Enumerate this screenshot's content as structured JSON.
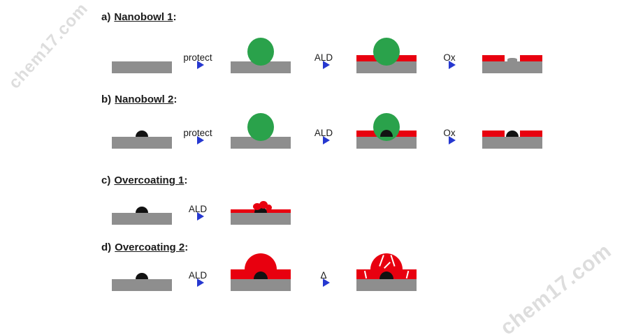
{
  "watermark": {
    "text": "chem17.com"
  },
  "colors": {
    "substrate": "#8e8e8e",
    "mask": "#2aa24b",
    "film": "#e8000f",
    "particle": "#121212",
    "arrow": "#2638d0",
    "text": "#1a1a1a",
    "watermark": "#c2c2c2"
  },
  "rows": [
    {
      "prefix": "a)",
      "name": "Nanobowl 1",
      "colon": ":",
      "steps": [
        "protect",
        "ALD",
        "Ox"
      ]
    },
    {
      "prefix": "b)",
      "name": "Nanobowl 2",
      "colon": ":",
      "steps": [
        "protect",
        "ALD",
        "Ox"
      ]
    },
    {
      "prefix": "c)",
      "name": "Overcoating 1",
      "colon": ":",
      "steps": [
        "ALD"
      ]
    },
    {
      "prefix": "d)",
      "name": "Overcoating 2",
      "colon": ":",
      "steps": [
        "ALD",
        "Δ"
      ]
    }
  ]
}
